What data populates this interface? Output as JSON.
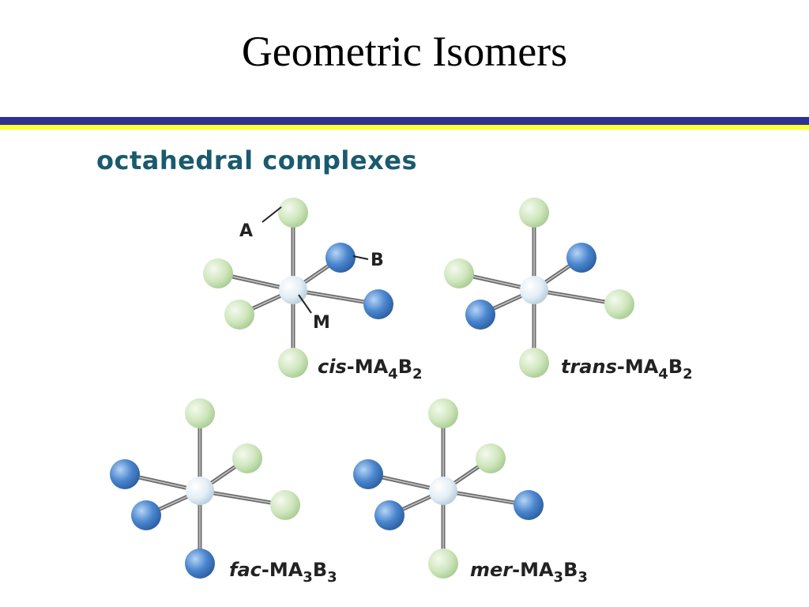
{
  "slide": {
    "title": "Geometric Isomers",
    "subtitle": "octahedral complexes"
  },
  "colors": {
    "bar_blue": "#2e3192",
    "bar_yellow": "#ffff33",
    "subtitle": "#1a5a6e",
    "ligand_A": "#cfe6bd",
    "ligand_B": "#4a86cf",
    "metal_M": "#e3eef6"
  },
  "labels": {
    "A": "A",
    "B": "B",
    "M": "M"
  },
  "isomers": [
    {
      "prefix": "cis",
      "formula": "-MA",
      "n1": "4",
      "formula2": "B",
      "n2": "2"
    },
    {
      "prefix": "trans",
      "formula": "-MA",
      "n1": "4",
      "formula2": "B",
      "n2": "2"
    },
    {
      "prefix": "fac",
      "formula": "-MA",
      "n1": "3",
      "formula2": "B",
      "n2": "3"
    },
    {
      "prefix": "mer",
      "formula": "-MA",
      "n1": "3",
      "formula2": "B",
      "n2": "3"
    }
  ]
}
